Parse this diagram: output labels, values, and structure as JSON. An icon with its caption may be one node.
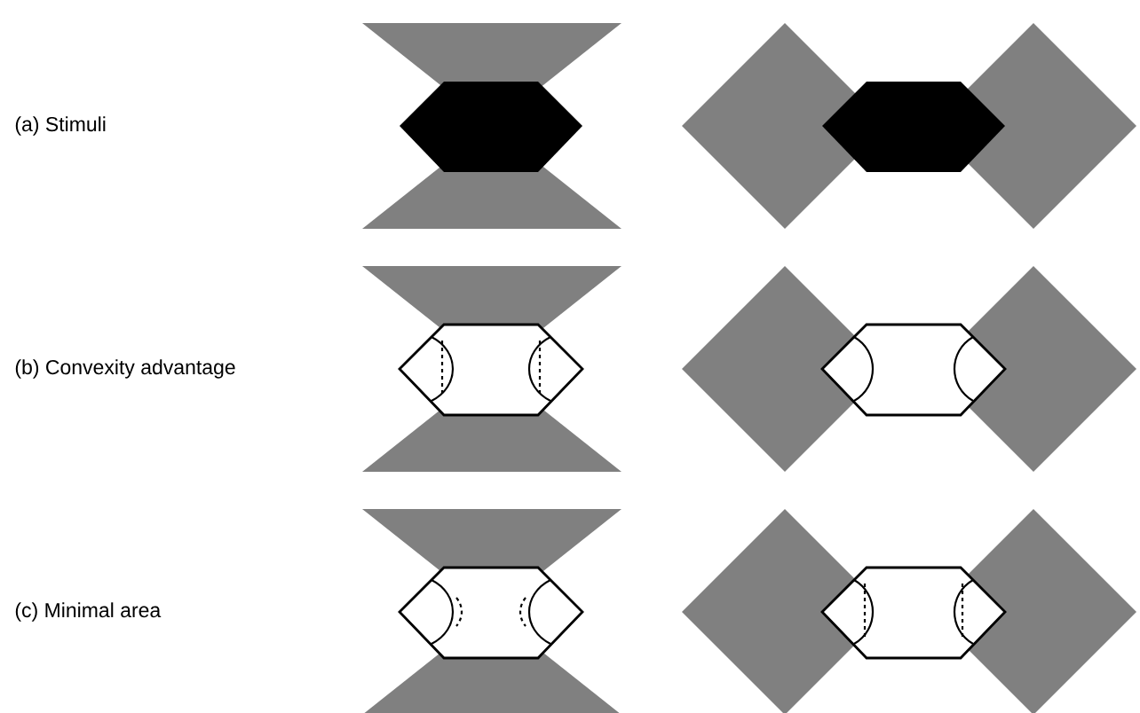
{
  "diagram": {
    "labels": [
      "(a) Stimuli",
      "(b) Convexity advantage",
      "(c) Minimal area"
    ]
  }
}
